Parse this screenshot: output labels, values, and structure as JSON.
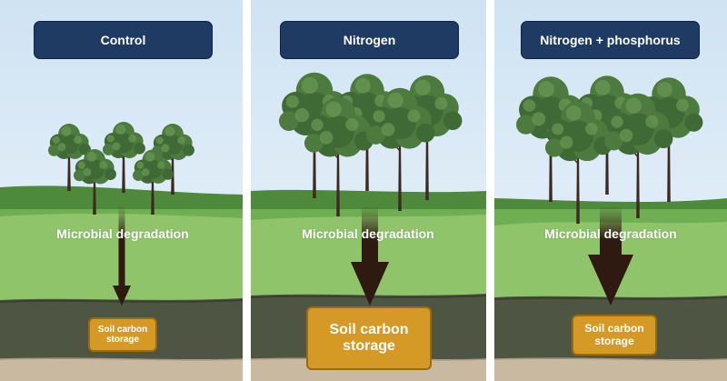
{
  "panels": [
    {
      "title": "Control",
      "microbial_label": "Microbial degradation",
      "storage_label": "Soil carbon storage",
      "arrow_size": "small",
      "storage_size": "small",
      "tree_size": "small"
    },
    {
      "title": "Nitrogen",
      "microbial_label": "Microbial degradation",
      "storage_label": "Soil carbon storage",
      "arrow_size": "large",
      "storage_size": "large",
      "tree_size": "large"
    },
    {
      "title": "Nitrogen + phosphorus",
      "microbial_label": "Microbial degradation",
      "storage_label": "Soil carbon storage",
      "arrow_size": "large",
      "storage_size": "medium",
      "tree_size": "large"
    }
  ],
  "colors": {
    "title_box": "#1f3a63",
    "storage_box": "#d49a25",
    "arrow": "#2e1a10",
    "sky_top": "#cfe3f3",
    "sky_bottom": "#eef5fb",
    "soil": "#4e5543",
    "sand": "#c9b9a0",
    "grass_dark": "#4f8a3c",
    "grass_light": "#8fc46a",
    "tree_foliage": "#4d7a3f",
    "tree_trunk": "#3c2a20"
  }
}
